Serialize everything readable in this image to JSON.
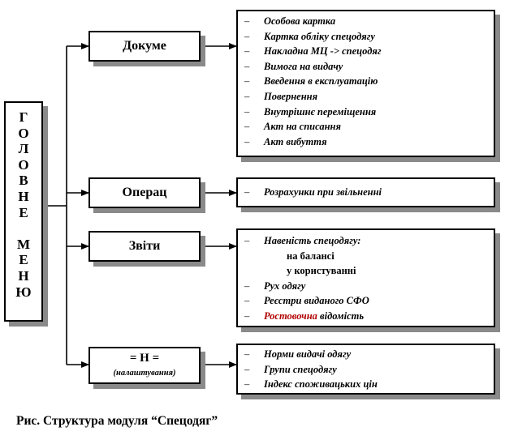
{
  "main_menu": {
    "letters": [
      "Г",
      "О",
      "Л",
      "О",
      "В",
      "Н",
      "Е",
      "",
      "М",
      "Е",
      "Н",
      "Ю"
    ]
  },
  "sections": [
    {
      "label": "Докуме",
      "items": [
        {
          "text": "Особова картка"
        },
        {
          "text": "Картка обліку спецодягу"
        },
        {
          "text": "Накладна МЦ -> спецодяг"
        },
        {
          "text": "Вимога на видачу"
        },
        {
          "text": "Введення в експлуатацію"
        },
        {
          "text": "Повернення"
        },
        {
          "text": "Внутрішнє переміщення"
        },
        {
          "text": "Акт на списання"
        },
        {
          "text": "Акт вибуття"
        }
      ]
    },
    {
      "label": "Операц",
      "items": [
        {
          "text": "Розрахунки при звільненні"
        }
      ]
    },
    {
      "label": "Звіти",
      "items": [
        {
          "text": "Навеність спецодягу:"
        },
        {
          "text": "на балансі",
          "sub": true
        },
        {
          "text": "у користуванні",
          "sub": true
        },
        {
          "text": "Рух одягу"
        },
        {
          "text": "Реєстри виданого СФО"
        },
        {
          "text_red": "Ростовочна",
          "text": " відомість"
        }
      ]
    },
    {
      "label": "= Н =",
      "sublabel": "(налаштування)",
      "items": [
        {
          "text": "Норми видачі одягу"
        },
        {
          "text": "Групи спецодягу"
        },
        {
          "text": "Індекс споживацьких цін"
        }
      ]
    }
  ],
  "bullet": "–",
  "caption": "Рис. Структура модуля “Спецодяг”",
  "colors": {
    "line": "#000000",
    "shadow": "#8a8a8a",
    "highlight": "#b20000"
  }
}
